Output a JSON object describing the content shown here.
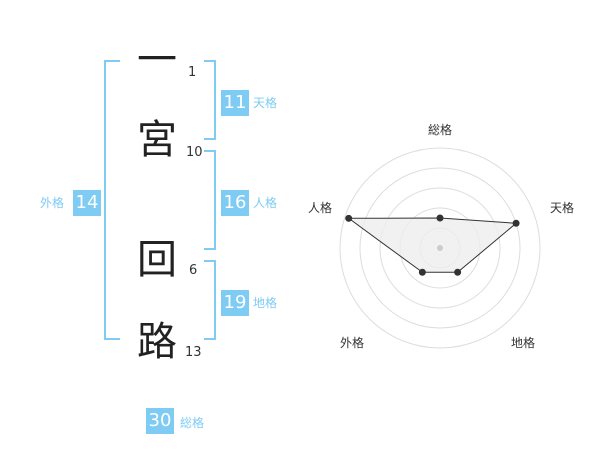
{
  "name": {
    "chars": [
      {
        "kanji": "一",
        "strokes": "1"
      },
      {
        "kanji": "宮",
        "strokes": "10"
      },
      {
        "kanji": "回",
        "strokes": "6"
      },
      {
        "kanji": "路",
        "strokes": "13"
      }
    ]
  },
  "grids": {
    "tenkaku": {
      "value": "11",
      "label": "天格"
    },
    "jinkaku": {
      "value": "16",
      "label": "人格"
    },
    "chikaku": {
      "value": "19",
      "label": "地格"
    },
    "gaikaku": {
      "value": "14",
      "label": "外格"
    },
    "soukaku": {
      "value": "30",
      "label": "総格"
    }
  },
  "chart_data": {
    "type": "radar",
    "axes": [
      "総格",
      "天格",
      "地格",
      "外格",
      "人格"
    ],
    "values": [
      1.5,
      4,
      1.5,
      1.5,
      4.8
    ],
    "max": 5,
    "rings": 5,
    "colors": {
      "fill": "#eeeeee",
      "line": "#333333",
      "ring": "#dddddd",
      "point": "#333333",
      "center": "#cccccc"
    }
  }
}
